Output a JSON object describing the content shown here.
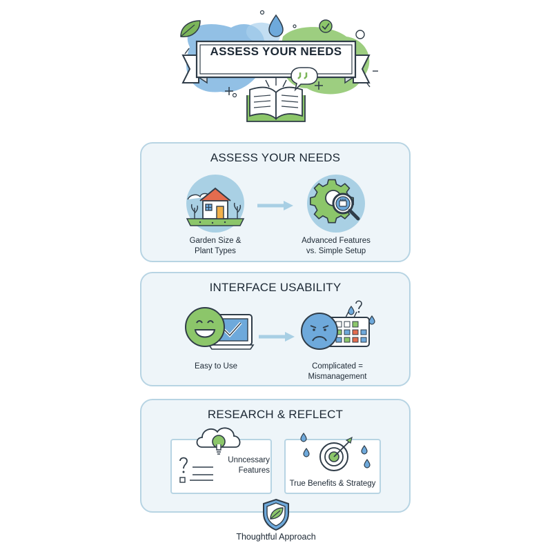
{
  "header": {
    "banner_title": "ASSESS YOUR NEEDS"
  },
  "panels": [
    {
      "title": "ASSESS YOUR NEEDS",
      "items": [
        {
          "label_line1": "Garden Size &",
          "label_line2": "Plant Types",
          "icon": "house-garden-icon"
        },
        {
          "label_line1": "Advanced Features",
          "label_line2": "vs. Simple Setup",
          "icon": "gear-magnifier-icon"
        }
      ]
    },
    {
      "title": "INTERFACE USABILITY",
      "items": [
        {
          "label_line1": "Easy to Use",
          "icon": "smiley-tablet-icon"
        },
        {
          "label_line1": "Complicated =",
          "label_line2": "Mismanagement",
          "icon": "sad-keypad-icon"
        }
      ]
    },
    {
      "title": "RESEARCH & REFLECT",
      "items": [
        {
          "label_line1": "Unncessary",
          "label_line2": "Features",
          "icon": "cloud-lightbulb-icon"
        },
        {
          "label_line1": "True Benefits & Strategy",
          "icon": "target-drops-icon"
        }
      ]
    }
  ],
  "footer": {
    "label": "Thoughtful Approach",
    "icon": "shield-leaf-icon"
  },
  "colors": {
    "blue": "#7fb5e0",
    "green": "#8cc66a",
    "panel_fill": "#eef5f9",
    "panel_border": "#b7d4e3",
    "arrow": "#a8cfe4"
  }
}
